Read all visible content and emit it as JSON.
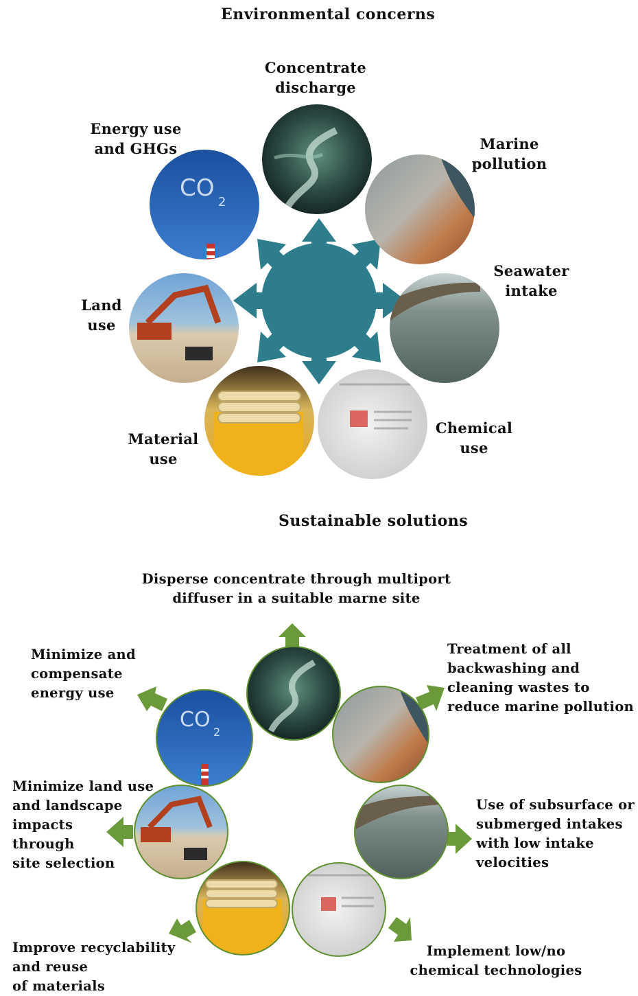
{
  "top": {
    "title": "Environmental concerns",
    "labels": {
      "concentrate": [
        "Concentrate",
        "discharge"
      ],
      "energy": [
        "Energy use",
        "and GHGs"
      ],
      "marine": [
        "Marine",
        "pollution"
      ],
      "seawater": [
        "Seawater",
        "intake"
      ],
      "land": [
        "Land",
        "use"
      ],
      "material": [
        "Material",
        "use"
      ],
      "chemical": [
        "Chemical",
        "use"
      ]
    }
  },
  "bottom": {
    "title": "Sustainable solutions",
    "labels": {
      "concentrate": [
        "Disperse concentrate through multiport",
        "diffuser in a suitable marne site"
      ],
      "energy": [
        "Minimize and",
        "compensate",
        "energy use"
      ],
      "marine": [
        "Treatment of all",
        "backwashing and",
        "cleaning wastes to",
        "reduce marine pollution"
      ],
      "seawater": [
        "Use of subsurface or",
        "submerged intakes",
        "with low intake",
        "velocities"
      ],
      "land": [
        "Minimize land use",
        "and landscape",
        "impacts",
        "through",
        "site selection"
      ],
      "material": [
        "Improve recyclability",
        "and reuse",
        "of materials"
      ],
      "chemical": [
        "Implement low/no",
        "chemical technologies"
      ]
    }
  },
  "co2_text": "CO2",
  "colors": {
    "hub": "#2e7d8c",
    "solution_arrow": "#6a9a3a",
    "circle_border": "#5e8f30"
  }
}
